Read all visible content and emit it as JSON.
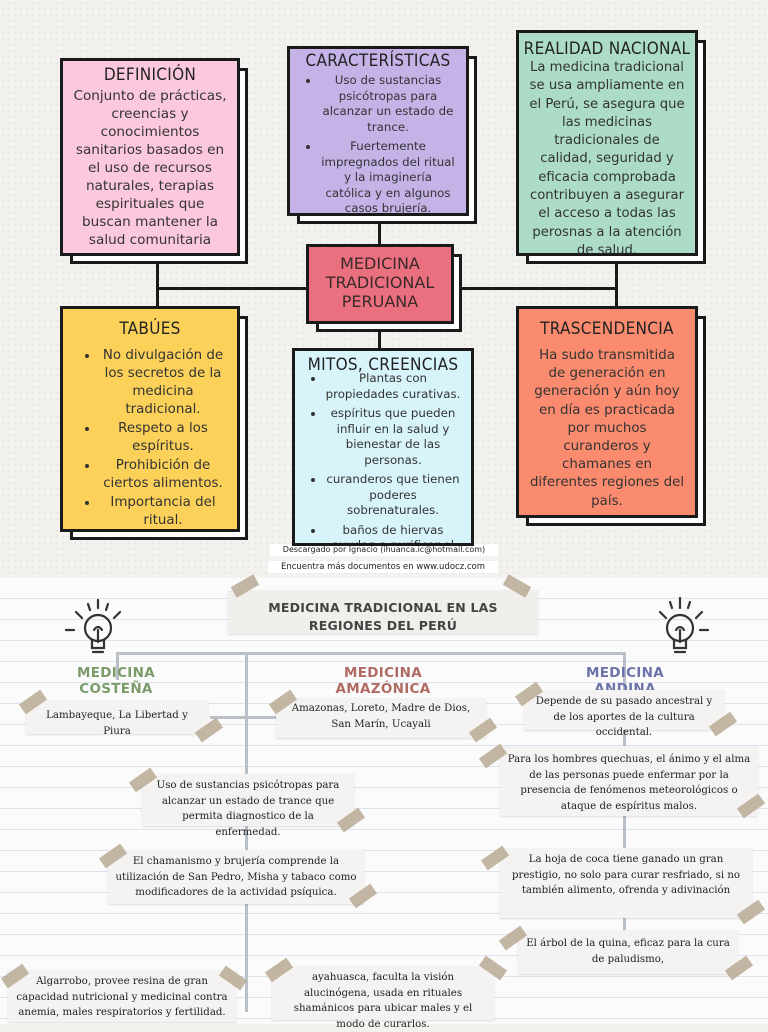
{
  "colors": {
    "definicion": "#fcc8dd",
    "caracteristicas": "#c5b3e8",
    "realidad": "#acdcc7",
    "center": "#ea6f7f",
    "tabues": "#fbd15a",
    "mitos": "#d8f4fb",
    "trascendencia": "#fb8b6e",
    "costena": "#7b9b6a",
    "amazonica": "#b06a64",
    "andina": "#6c73a8"
  },
  "top": {
    "definicion": {
      "title": "DEFINICIÓN",
      "text": "Conjunto de prácticas, creencias y conocimientos sanitarios basados en el uso de recursos naturales, terapias espirituales que buscan mantener la salud comunitaria"
    },
    "caracteristicas": {
      "title": "CARACTERÍSTICAS",
      "items": [
        "Uso de sustancias psicótropas para alcanzar un estado de trance.",
        "Fuertemente impregnados del ritual y la imaginería católica y en algunos casos brujería."
      ]
    },
    "realidad": {
      "title": "REALIDAD NACIONAL",
      "text": "La medicina tradicional se usa ampliamente en el Perú, se asegura que las medicinas tradicionales de calidad, seguridad y eficacia comprobada contribuyen a asegurar el acceso a todas las perosnas a la atención de salud."
    },
    "center": {
      "title": "MEDICINA TRADICIONAL PERUANA"
    },
    "tabues": {
      "title": "TABÚES",
      "items": [
        "No divulgación de los secretos de la medicina tradicional.",
        "Respeto a los espíritus.",
        "Prohibición de ciertos alimentos.",
        "Importancia del ritual."
      ]
    },
    "mitos": {
      "title": "MITOS, CREENCIAS",
      "items": [
        "Plantas con propiedades curativas.",
        "espíritus que pueden influir en la salud y bienestar de las personas.",
        "curanderos que tienen poderes sobrenaturales.",
        "baños de hiervas ayudan a purificar el"
      ]
    },
    "trascendencia": {
      "title": "TRASCENDENCIA",
      "text": "Ha sudo transmitida de generación en generación y aún hoy en día es practicada por muchos curanderos y chamanes en diferentes regiones del país."
    }
  },
  "watermark": {
    "line1": "Descargado por Ignacio (ihuanca.ic@hotmail.com)",
    "line2": "Encuentra más documentos en www.udocz.com"
  },
  "bottom": {
    "title": "MEDICINA TRADICIONAL EN LAS REGIONES DEL PERÚ",
    "costena": {
      "heading": "MEDICINA COSTEÑA",
      "cards": [
        "Lambayeque, La Libertad y Piura",
        "Algarrobo, provee resina de gran capacidad nutricional y medicinal contra anemia, males respiratorios y fertilidad."
      ]
    },
    "amazonica": {
      "heading": "MEDICINA AMAZÓNICA",
      "cards": [
        "Amazonas, Loreto, Madre de Dios, San Marín, Ucayali",
        "Uso de sustancias psicótropas para alcanzar un estado de trance que permita diagnostico de la enfermedad.",
        "El chamanismo y brujería comprende la utilización de San Pedro, Misha y tabaco como modificadores de la actividad psíquica.",
        "ayahuasca, faculta la visión alucinógena, usada en rituales shamánicos para ubicar males y el modo de curarlos."
      ]
    },
    "andina": {
      "heading": "MEDICINA ANDINA",
      "cards": [
        "Depende de su pasado ancestral y de los aportes de la cultura occidental.",
        "Para los hombres quechuas, el ánimo y el alma de las personas puede enfermar por la presencia de fenómenos meteorológicos o ataque de espíritus malos.",
        "La hoja de coca tiene ganado un gran prestigio, no solo para curar resfriado, si no también alimento, ofrenda y adivinación",
        "El árbol de la quina, eficaz para la cura de paludismo,"
      ]
    },
    "icons": [
      "lightbulb-icon",
      "lightbulb-icon"
    ]
  }
}
